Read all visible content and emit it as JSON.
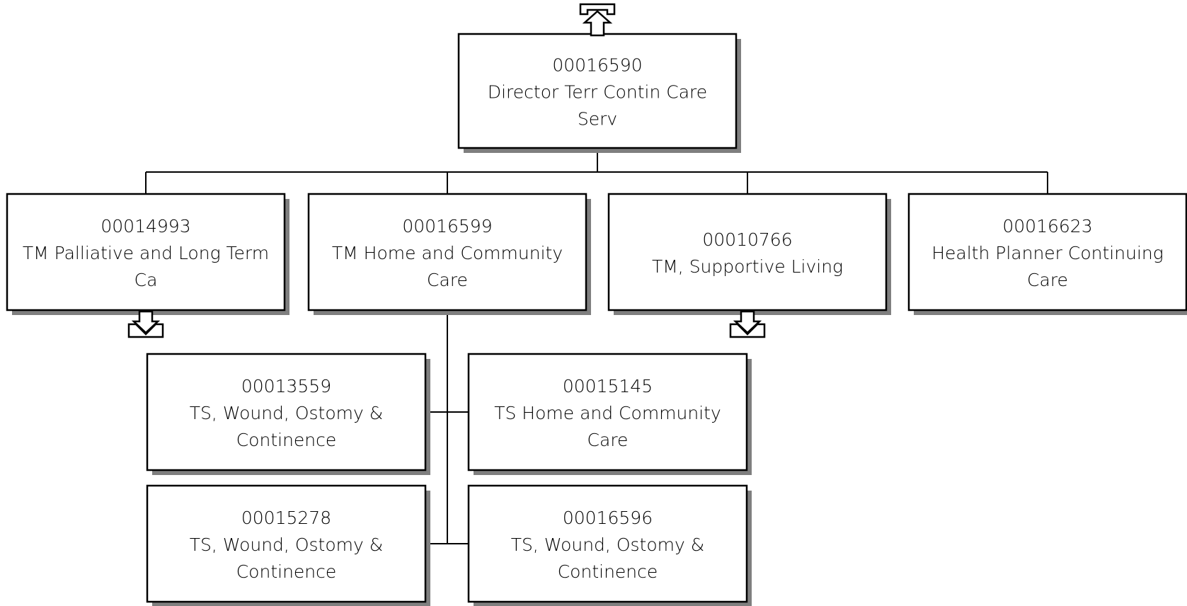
{
  "colors": {
    "line": "#000000",
    "box_fill": "#ffffff",
    "shadow": "#7f7f7f"
  },
  "root": {
    "id": "00016590",
    "title_lines": [
      "Director Terr Contin Care",
      "Serv"
    ]
  },
  "children": [
    {
      "id": "00014993",
      "title_lines": [
        "TM Palliative and Long Term",
        "Ca"
      ]
    },
    {
      "id": "00016599",
      "title_lines": [
        "TM Home and Community",
        "Care"
      ]
    },
    {
      "id": "00010766",
      "title_lines": [
        "TM, Supportive Living"
      ]
    },
    {
      "id": "00016623",
      "title_lines": [
        "Health Planner Continuing",
        "Care"
      ]
    }
  ],
  "reports_of_00016599": [
    {
      "id": "00013559",
      "title_lines": [
        "TS, Wound, Ostomy &",
        "Continence"
      ]
    },
    {
      "id": "00015145",
      "title_lines": [
        "TS Home and Community",
        "Care"
      ]
    },
    {
      "id": "00015278",
      "title_lines": [
        "TS, Wound, Ostomy &",
        "Continence"
      ]
    },
    {
      "id": "00016596",
      "title_lines": [
        "TS, Wound, Ostomy &",
        "Continence"
      ]
    }
  ],
  "icons": {
    "up_arrow": "navigate-up-icon",
    "down_arrow": "expand-down-icon"
  }
}
